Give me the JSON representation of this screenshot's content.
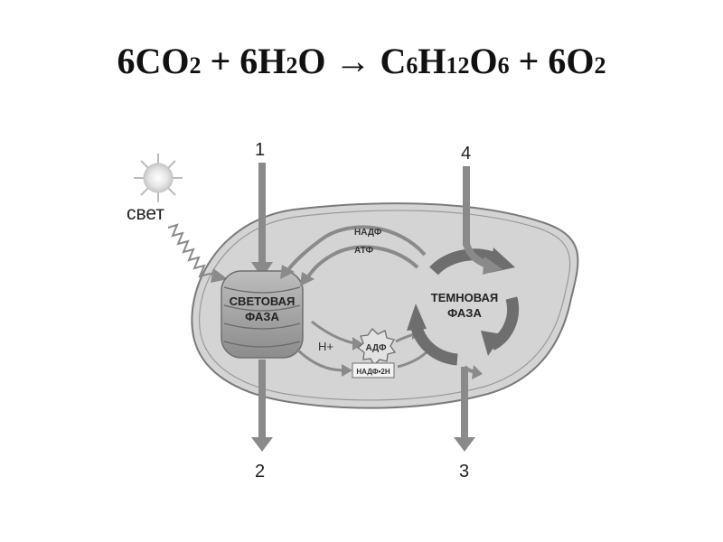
{
  "equation": {
    "parts": [
      {
        "text": "6CO",
        "sub": false
      },
      {
        "text": "2",
        "sub": true
      },
      {
        "text": " + 6H",
        "sub": false
      },
      {
        "text": "2",
        "sub": true
      },
      {
        "text": "O → C",
        "sub": false
      },
      {
        "text": "6",
        "sub": true
      },
      {
        "text": "H",
        "sub": false
      },
      {
        "text": "12",
        "sub": true
      },
      {
        "text": "O",
        "sub": false
      },
      {
        "text": "6",
        "sub": true
      },
      {
        "text": " + 6O",
        "sub": false
      },
      {
        "text": "2",
        "sub": true
      }
    ]
  },
  "diagram": {
    "sun_label": "свет",
    "light_phase": [
      "СВЕТОВАЯ",
      "ФАЗА"
    ],
    "dark_phase": [
      "ТЕМНОВАЯ",
      "ФАЗА"
    ],
    "nadp_label": "НАДФ",
    "atp_label": "АТФ",
    "adp_label": "АДФ",
    "h_plus_label": "H+",
    "nadph_label": "НАДФ•2Н",
    "arrow_1": "1",
    "arrow_2": "2",
    "arrow_3": "3",
    "arrow_4": "4"
  },
  "colors": {
    "chloroplast_fill": "#d4d4d4",
    "arrow_gray": "#8a8a8a",
    "cycle_arrow": "#6e6e6e",
    "text_dark": "#222222"
  }
}
